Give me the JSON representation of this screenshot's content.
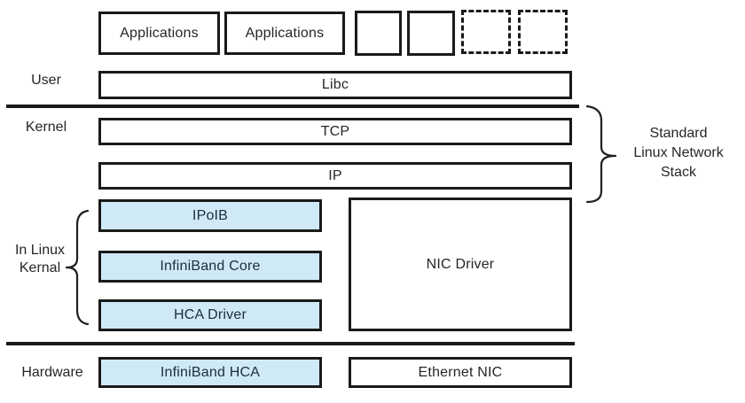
{
  "diagram": {
    "title_hint": "InfiniBand vs standard Linux network stack diagram",
    "side_labels": {
      "user": "User",
      "kernel": "Kernel",
      "in_linux_kernel_line1": "In Linux",
      "in_linux_kernel_line2": "Kernal",
      "hardware": "Hardware"
    },
    "boxes": {
      "app1": "Applications",
      "app2": "Applications",
      "libc": "Libc",
      "tcp": "TCP",
      "ip": "IP",
      "ipoib": "IPoIB",
      "infiniband_core": "InfiniBand Core",
      "hca_driver": "HCA Driver",
      "nic_driver": "NIC Driver",
      "infiniband_hca": "InfiniBand HCA",
      "ethernet_nic": "Ethernet NIC"
    },
    "annotations": {
      "right_brace_label_line1": "Standard",
      "right_brace_label_line2": "Linux Network",
      "right_brace_label_line3": "Stack"
    },
    "colors": {
      "box_border": "#1a1a1a",
      "blue_fill": "#cfe9f7",
      "white_fill": "#ffffff",
      "text": "#262626",
      "blue_box_text": "#1f2d3d"
    }
  }
}
